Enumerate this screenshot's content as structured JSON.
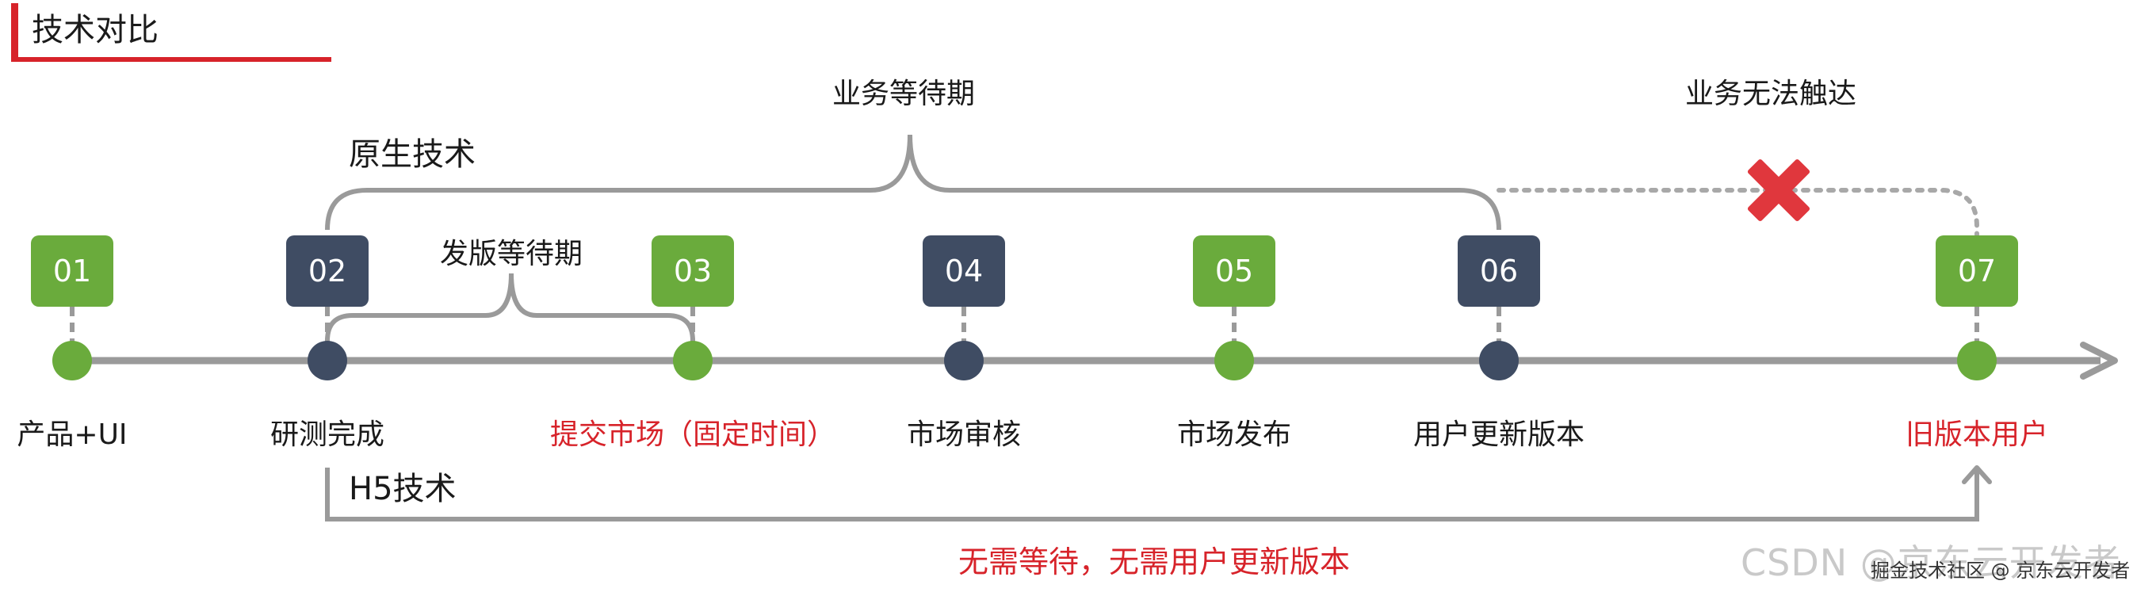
{
  "title": "技术对比",
  "labels": {
    "business_wait": "业务等待期",
    "unreachable": "业务无法触达",
    "native_tech": "原生技术",
    "release_wait": "发版等待期",
    "h5_tech": "H5技术",
    "no_wait": "无需等待，无需用户更新版本"
  },
  "steps": [
    {
      "num": "01",
      "label": "产品+UI",
      "color": "green",
      "highlight": false
    },
    {
      "num": "02",
      "label": "研测完成",
      "color": "dark",
      "highlight": false
    },
    {
      "num": "03",
      "label": "提交市场（固定时间）",
      "color": "green",
      "highlight": true
    },
    {
      "num": "04",
      "label": "市场审核",
      "color": "dark",
      "highlight": false
    },
    {
      "num": "05",
      "label": "市场发布",
      "color": "green",
      "highlight": false
    },
    {
      "num": "06",
      "label": "用户更新版本",
      "color": "dark",
      "highlight": false
    },
    {
      "num": "07",
      "label": "旧版本用户",
      "color": "green",
      "highlight": true
    }
  ],
  "colors": {
    "green": "#6aab3c",
    "dark": "#3f4c63",
    "line": "#9a9a9a",
    "red": "#d7232a",
    "cross": "#e0373d"
  },
  "watermark": {
    "main": "CSDN @京东云开发者",
    "sub": "掘金技术社区 @ 京东云开发者"
  }
}
